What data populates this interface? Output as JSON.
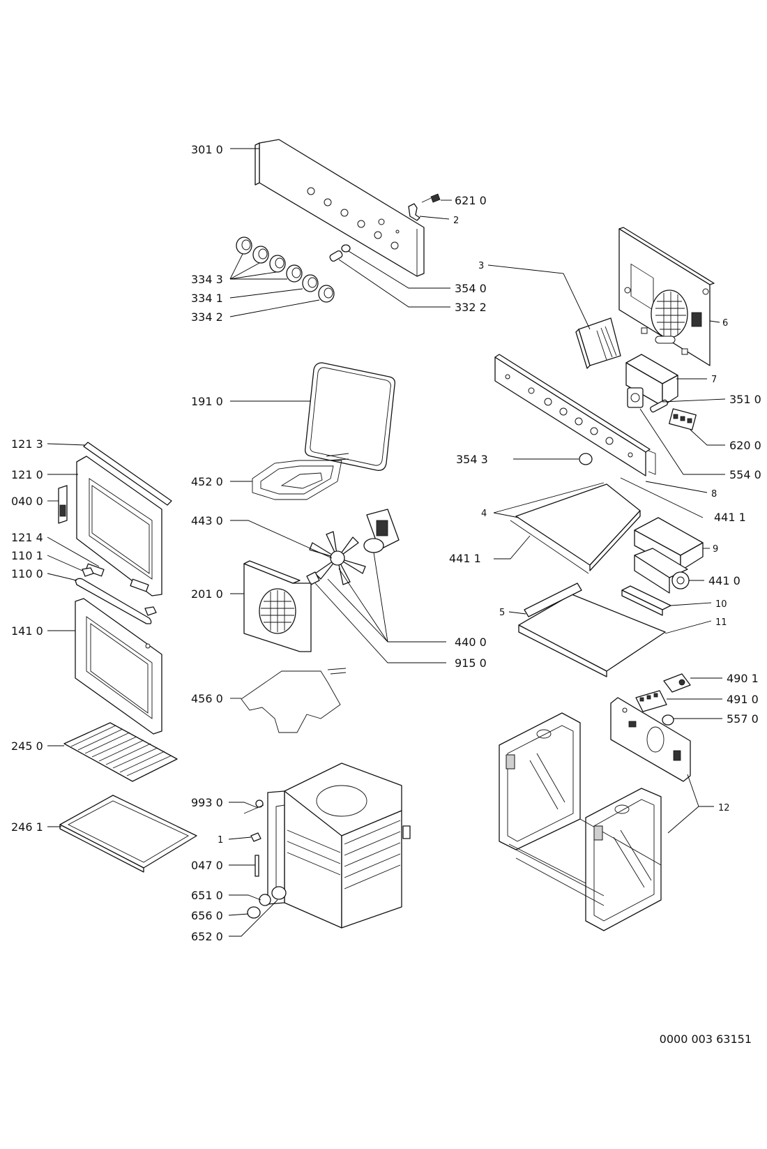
{
  "document_number": "0000 003 63151",
  "callouts": {
    "c3010": "301 0",
    "c6210": "621 0",
    "c2": "2",
    "c3343": "334 3",
    "c3341": "334 1",
    "c3342": "334 2",
    "c3540": "354 0",
    "c3322": "332 2",
    "c3": "3",
    "c6": "6",
    "c7": "7",
    "c3510": "351 0",
    "c6200": "620 0",
    "c3543": "354 3",
    "c5540": "554 0",
    "c8": "8",
    "c4": "4",
    "c4411a": "441 1",
    "c4411b": "441 1",
    "c9": "9",
    "c4410": "441 0",
    "c5": "5",
    "c10": "10",
    "c11": "11",
    "c1910": "191 0",
    "c4520": "452 0",
    "c4430": "443 0",
    "c2010": "201 0",
    "c4400": "440 0",
    "c9150": "915 0",
    "c4560": "456 0",
    "c1213": "121 3",
    "c1210": "121 0",
    "c0400": "040 0",
    "c1214": "121 4",
    "c1101": "110 1",
    "c1100": "110 0",
    "c1410": "141 0",
    "c2450": "245 0",
    "c2461": "246 1",
    "c9930": "993 0",
    "c1": "1",
    "c0470": "047 0",
    "c6510": "651 0",
    "c6560": "656 0",
    "c6520": "652 0",
    "c4901": "490 1",
    "c4910": "491 0",
    "c5570": "557 0",
    "c12": "12"
  }
}
